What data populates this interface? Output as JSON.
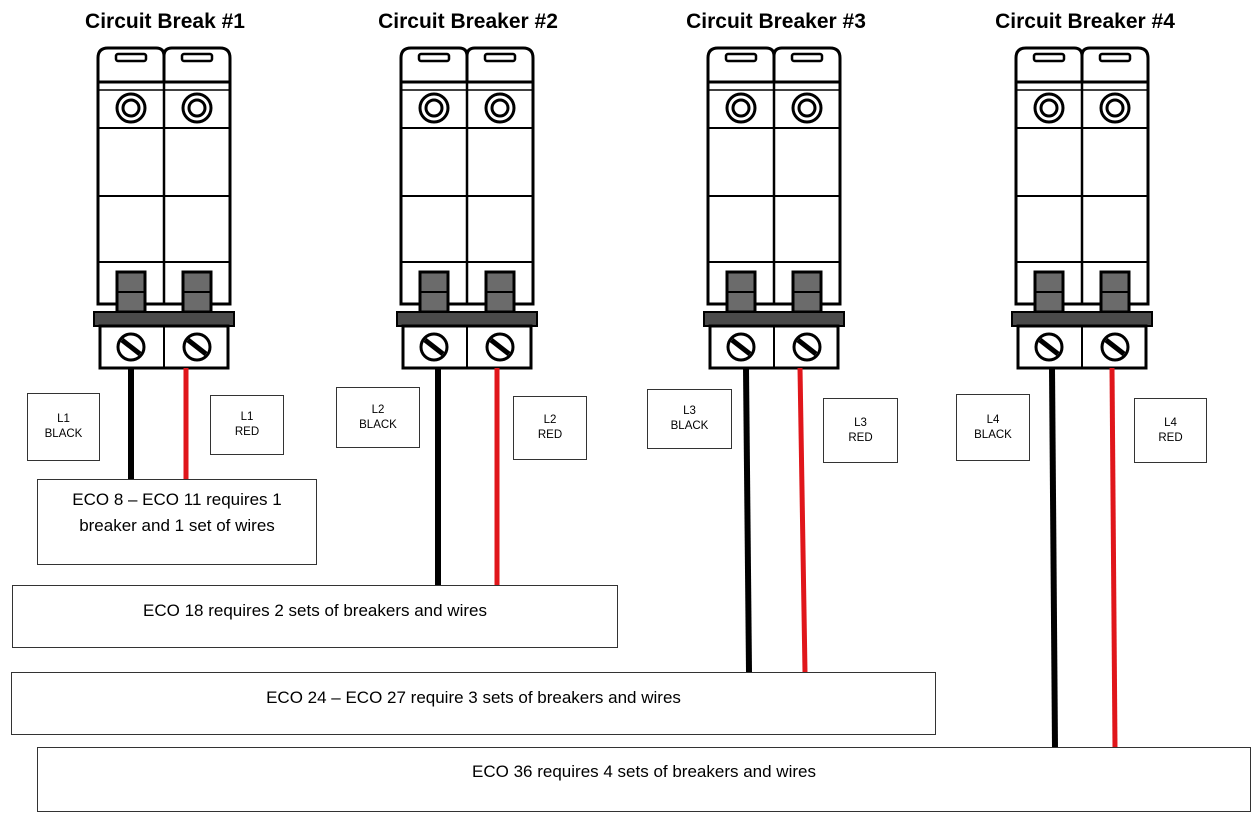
{
  "breakers": [
    {
      "title": "Circuit Break #1",
      "black_label": "L1",
      "black_color": "BLACK",
      "red_label": "L1",
      "red_color": "RED"
    },
    {
      "title": "Circuit Breaker #2",
      "black_label": "L2",
      "black_color": "BLACK",
      "red_label": "L2",
      "red_color": "RED"
    },
    {
      "title": "Circuit Breaker #3",
      "black_label": "L3",
      "black_color": "BLACK",
      "red_label": "L3",
      "red_color": "RED"
    },
    {
      "title": "Circuit Breaker #4",
      "black_label": "L4",
      "black_color": "BLACK",
      "red_label": "L4",
      "red_color": "RED"
    }
  ],
  "notes": [
    {
      "line1": "ECO 8 – ECO 11 requires 1",
      "line2": "breaker and 1 set of wires"
    },
    {
      "line1": "ECO 18 requires 2 sets of breakers and wires"
    },
    {
      "line1": "ECO 24 – ECO 27 require 3 sets of breakers and wires"
    },
    {
      "line1": "ECO 36 requires 4 sets of breakers and wires"
    }
  ],
  "colors": {
    "wire_black": "#000000",
    "wire_red": "#e0161b",
    "breaker_band": "#4a4a4a",
    "handle": "#6b6b6b"
  }
}
